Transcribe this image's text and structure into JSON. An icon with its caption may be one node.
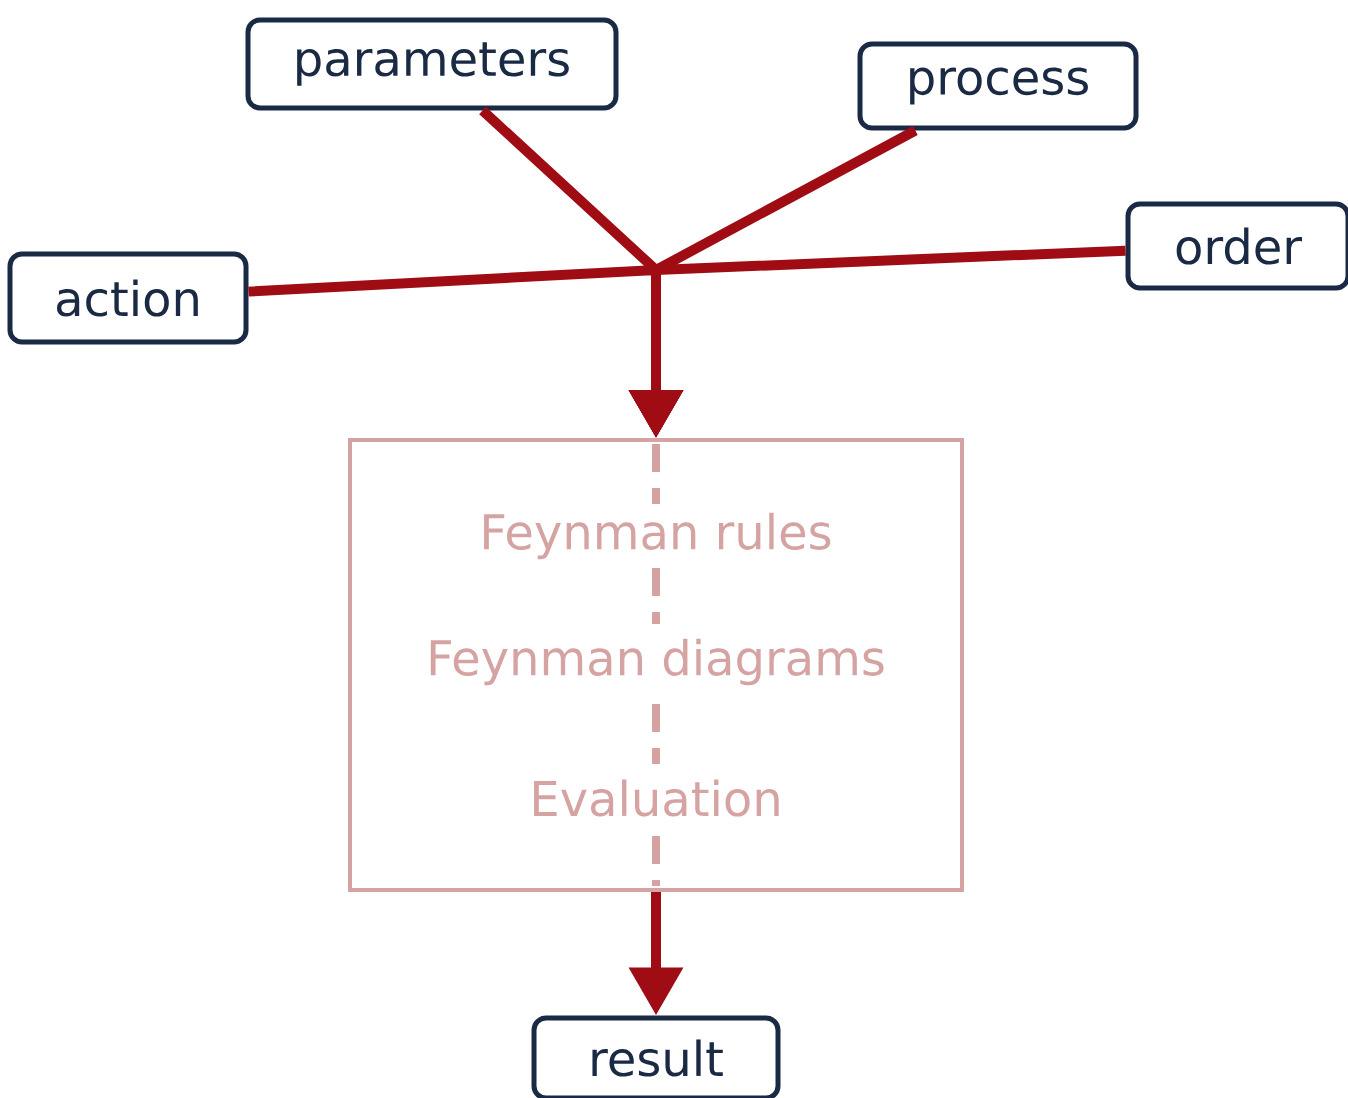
{
  "diagram": {
    "nodes": [
      {
        "text": [
          "parameters"
        ]
      },
      {
        "text": [
          "process"
        ]
      },
      {
        "text": [
          "action"
        ]
      },
      {
        "text": [
          "order"
        ]
      },
      {
        "text": [
          "Feynman rules",
          "Feynman diagrams",
          "Evaluation"
        ]
      },
      {
        "text": [
          "result"
        ]
      }
    ],
    "edges": [
      {
        "from": 0,
        "to": 4,
        "arrow": "to"
      },
      {
        "from": 1,
        "to": 4,
        "arrow": "to"
      },
      {
        "from": 2,
        "to": 4,
        "arrow": "to"
      },
      {
        "from": 3,
        "to": 4,
        "arrow": "to"
      },
      {
        "from": 4,
        "to": 5,
        "arrow": "to"
      }
    ]
  }
}
